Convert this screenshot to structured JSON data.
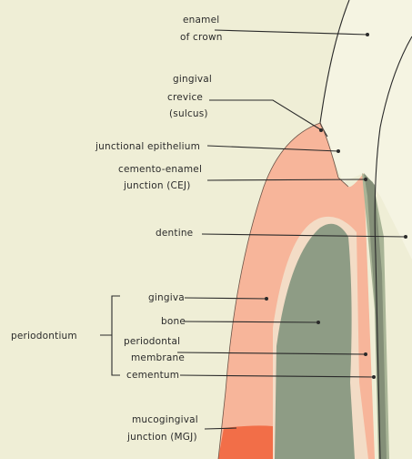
{
  "labels": {
    "enamel": [
      "enamel",
      "of crown"
    ],
    "crevice": [
      "gingival",
      "crevice",
      "(sulcus)"
    ],
    "junctional": [
      "junctional epithelium"
    ],
    "cej": [
      "cemento-enamel",
      "junction (CEJ)"
    ],
    "dentine": [
      "dentine"
    ],
    "gingiva": [
      "gingiva"
    ],
    "bone": [
      "bone"
    ],
    "periodontium": [
      "periodontium"
    ],
    "pdl": [
      "periodontal",
      "membrane"
    ],
    "cementum": [
      "cementum"
    ],
    "mgj": [
      "mucogingival",
      "junction (MGJ)"
    ]
  },
  "colors": {
    "background": "#efeed6",
    "enamel": "#f5f4e2",
    "gingiva": "#f7b59a",
    "bone": "#8e9c85",
    "pdl": "#f3dcc6",
    "dentine": "#a8b496",
    "cementum": "#848f78",
    "alveolar_mucosa": "#f26e48"
  }
}
